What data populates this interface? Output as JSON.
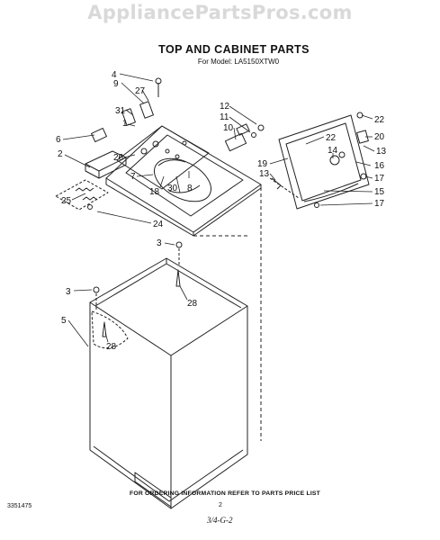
{
  "watermark": "AppliancePartsPros.com",
  "header": {
    "title": "TOP AND CABINET PARTS",
    "model": "For Model: LA5150XTW0"
  },
  "callouts": [
    "4",
    "9",
    "27",
    "31",
    "1",
    "6",
    "2",
    "26",
    "7",
    "18",
    "30",
    "8",
    "25",
    "24",
    "12",
    "11",
    "10",
    "22",
    "22",
    "20",
    "13",
    "19",
    "13",
    "14",
    "16",
    "17",
    "15",
    "17",
    "3",
    "28",
    "3",
    "5",
    "28"
  ],
  "footer": {
    "ordering_note": "FOR ORDERING INFORMATION REFER TO PARTS PRICE LIST",
    "part_number": "3351475",
    "page": "2",
    "signature": "3/4-G-2"
  }
}
